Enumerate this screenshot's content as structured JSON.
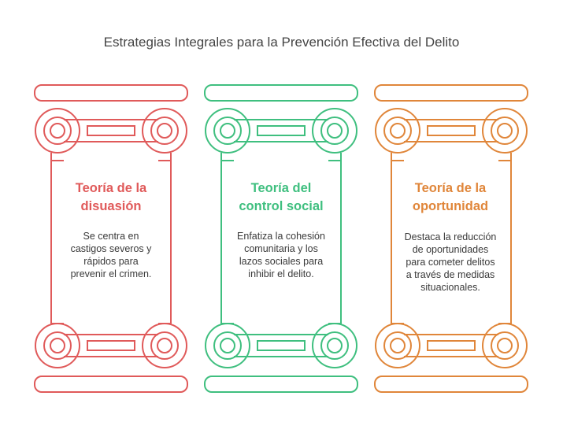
{
  "title": "Estrategias Integrales para la Prevención Efectiva del Delito",
  "columns": [
    {
      "heading_line1": "Teoría de la",
      "heading_line2": "disuasión",
      "desc_lines": [
        "Se centra en",
        "castigos severos y",
        "rápidos para",
        "prevenir el crimen."
      ],
      "color": "#e05a5a"
    },
    {
      "heading_line1": "Teoría del",
      "heading_line2": "control social",
      "desc_lines": [
        "Enfatiza la cohesión",
        "comunitaria y los",
        "lazos sociales para",
        "inhibir el delito."
      ],
      "color": "#3fbf7f"
    },
    {
      "heading_line1": "Teoría de la",
      "heading_line2": "oportunidad",
      "desc_lines": [
        "Destaca la reducción",
        "de oportunidades",
        "para cometer delitos",
        "a través de medidas",
        "situacionales."
      ],
      "color": "#e0863a"
    }
  ]
}
